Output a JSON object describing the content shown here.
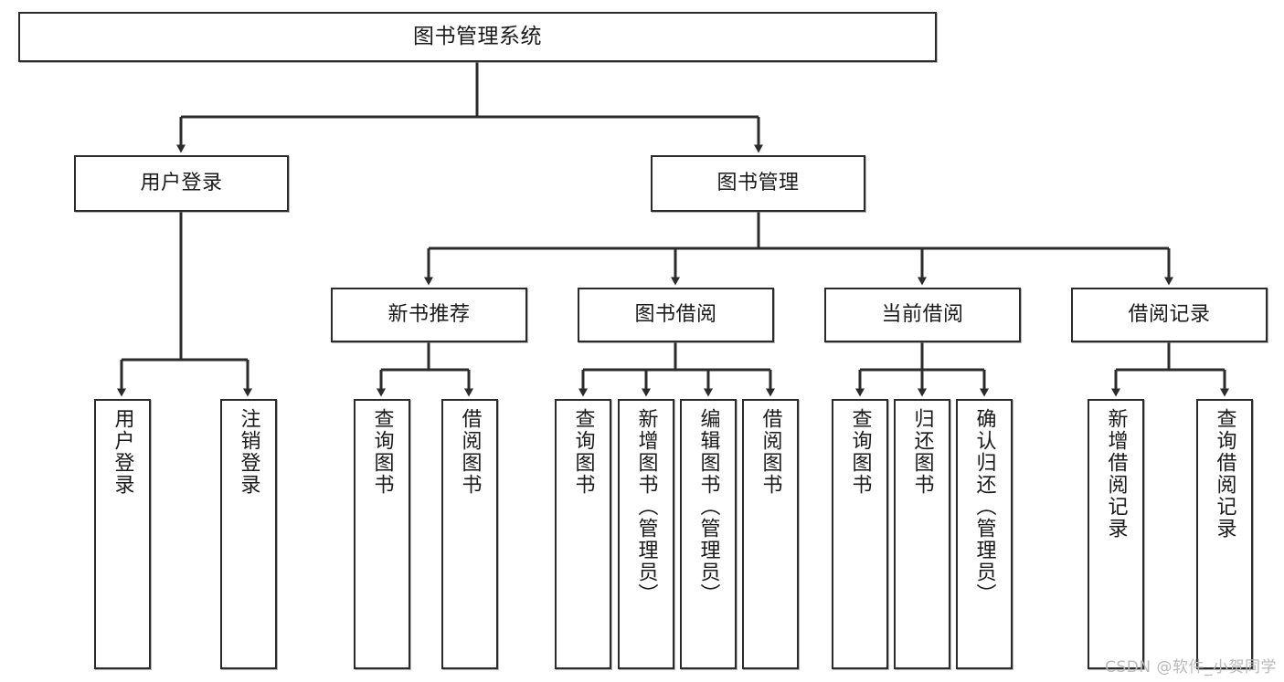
{
  "diagram": {
    "kind": "functional-structure-tree",
    "watermark": "CSDN @软件_小贺同学",
    "colors": {
      "box_border": "#2b2b2b",
      "box_fill": "#ffffff",
      "connector": "#2b2b2b",
      "text": "#1a1a1a",
      "watermark": "#b9b9b9"
    },
    "root": {
      "label": "图书管理系统"
    },
    "level2": [
      {
        "label": "用户登录"
      },
      {
        "label": "图书管理"
      }
    ],
    "level3": [
      {
        "label": "新书推荐"
      },
      {
        "label": "图书借阅"
      },
      {
        "label": "当前借阅"
      },
      {
        "label": "借阅记录"
      }
    ],
    "leaves": {
      "user_login": [
        {
          "label": "用户登录"
        },
        {
          "label": "注销登录"
        }
      ],
      "new_book_recommend": [
        {
          "label": "查询图书"
        },
        {
          "label": "借阅图书"
        }
      ],
      "book_borrow": [
        {
          "label": "查询图书"
        },
        {
          "label": "新增图书（管理员）"
        },
        {
          "label": "编辑图书（管理员）"
        },
        {
          "label": "借阅图书"
        }
      ],
      "current_borrow": [
        {
          "label": "查询图书"
        },
        {
          "label": "归还图书"
        },
        {
          "label": "确认归还（管理员）"
        }
      ],
      "borrow_record": [
        {
          "label": "新增借阅记录"
        },
        {
          "label": "查询借阅记录"
        }
      ]
    }
  }
}
